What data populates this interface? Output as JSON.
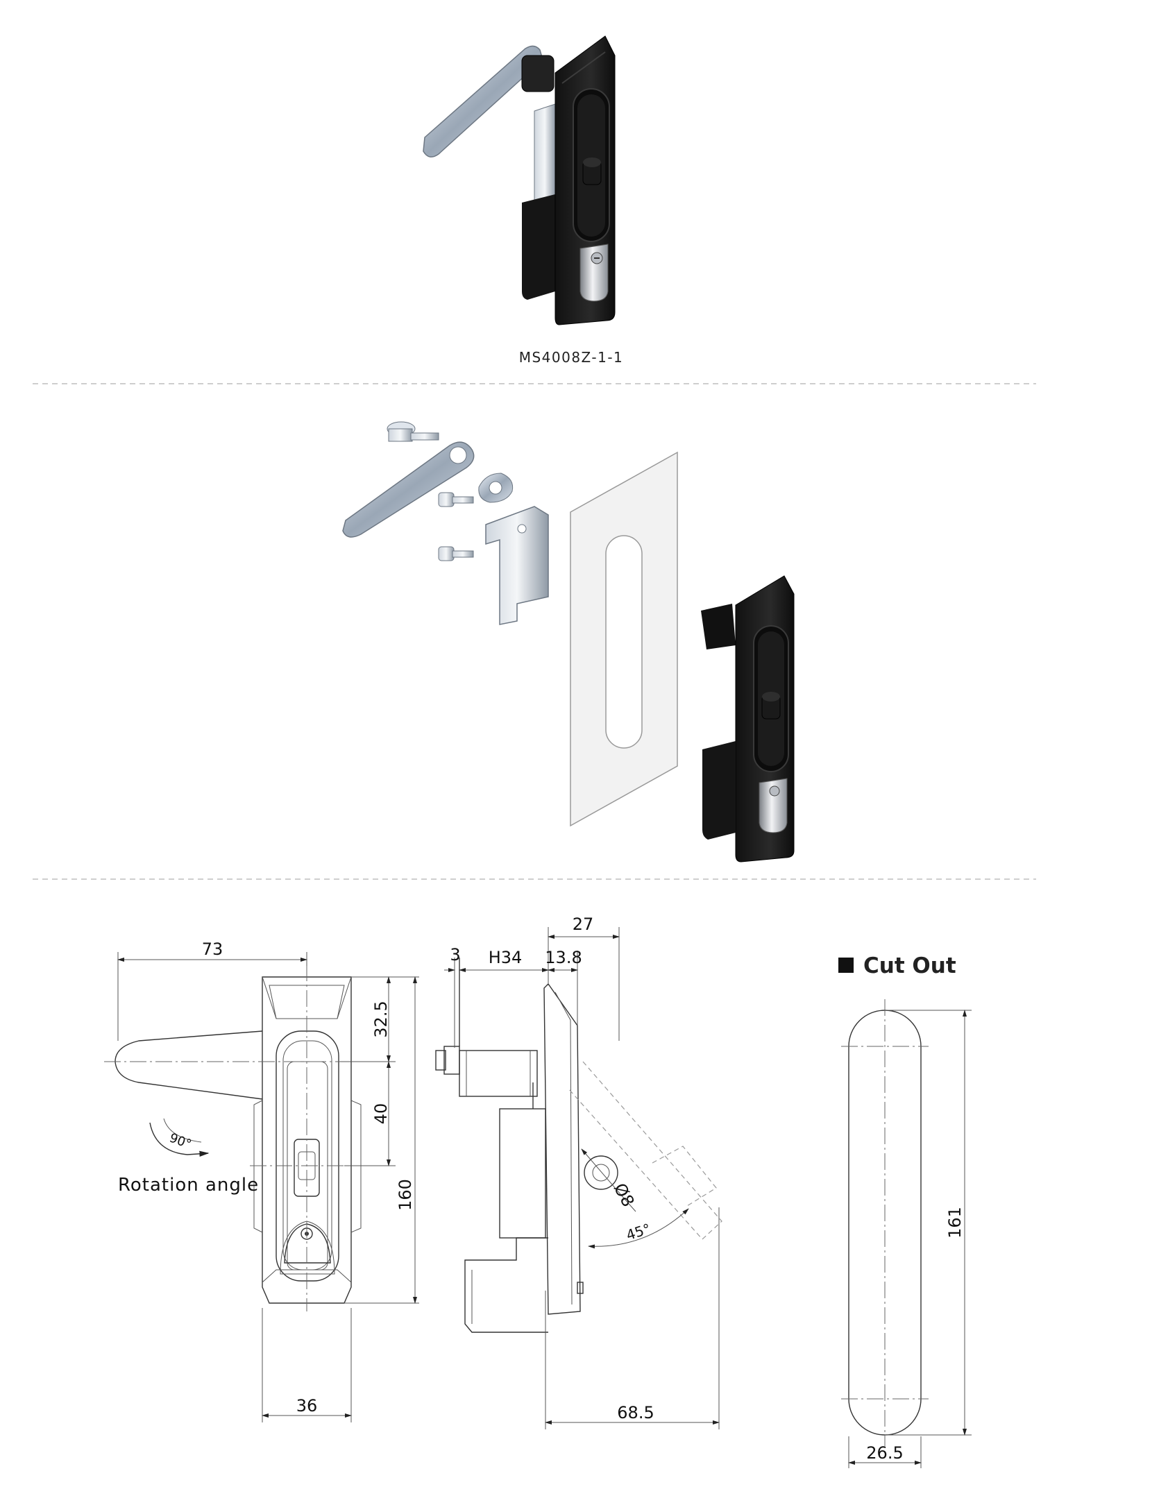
{
  "product": {
    "model": "MS4008Z-1-1"
  },
  "front_view": {
    "width_handle": "73",
    "dim_top": "32.5",
    "dim_mid": "40",
    "height_total": "160",
    "width_body": "36",
    "rotation_angle": "90°",
    "rotation_label": "Rotation angle"
  },
  "side_view": {
    "dim_3": "3",
    "dim_h34": "H34",
    "dim_13_8": "13.8",
    "dim_27": "27",
    "dim_diameter": "Ø8",
    "dim_angle": "45°",
    "dim_68_5": "68.5"
  },
  "cut_out": {
    "title": "Cut Out",
    "height": "161",
    "width": "26.5"
  }
}
